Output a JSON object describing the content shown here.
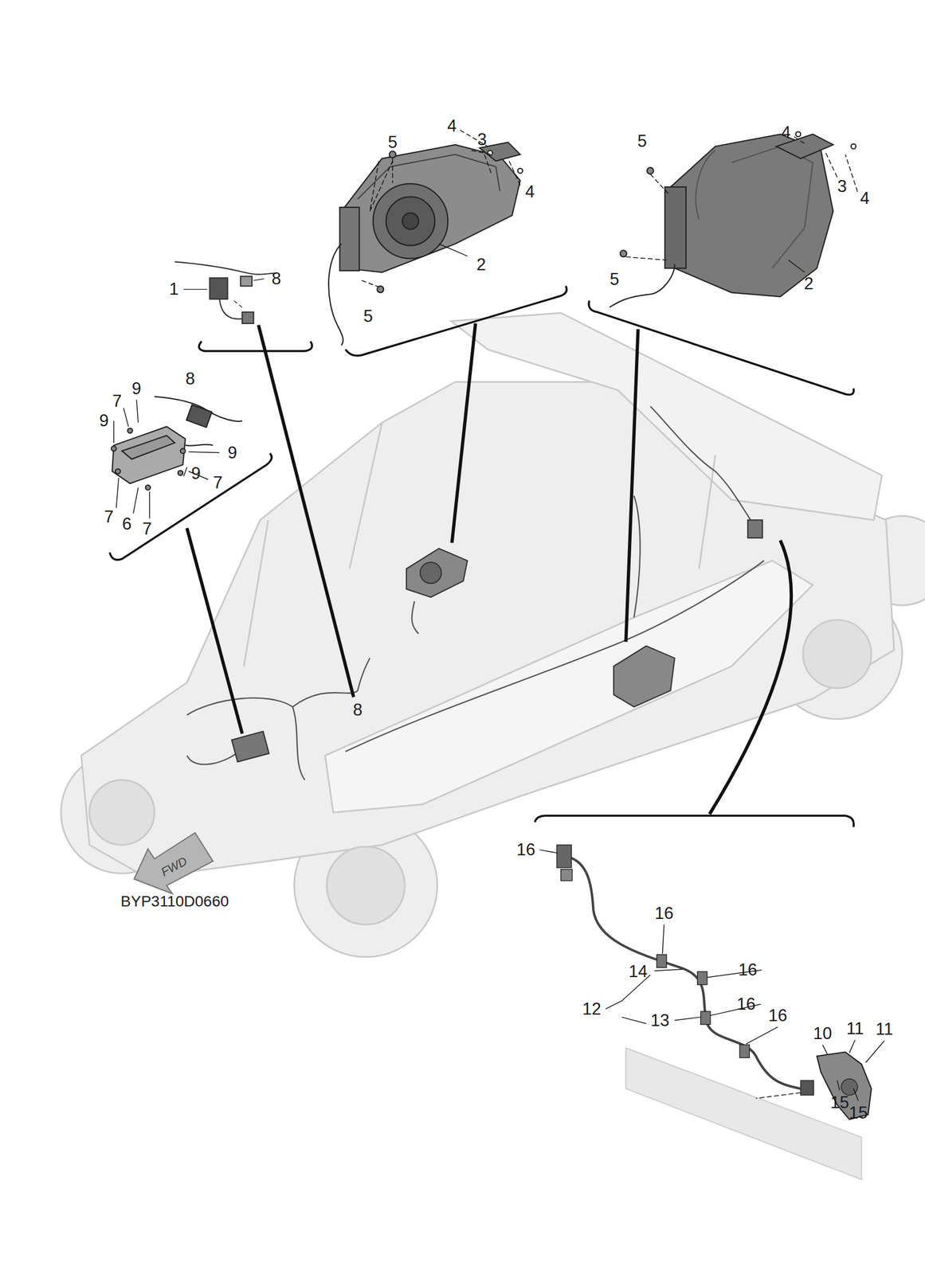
{
  "diagram": {
    "labels": [
      "5",
      "4",
      "3",
      "4",
      "2",
      "5",
      "4",
      "5",
      "3",
      "4",
      "5",
      "2",
      "1",
      "8",
      "8",
      "9",
      "7",
      "9",
      "9",
      "9",
      "7",
      "7",
      "6",
      "7",
      "8",
      "16",
      "16",
      "14",
      "16",
      "12",
      "16",
      "13",
      "16",
      "10",
      "11",
      "11",
      "15",
      "15",
      "FWD",
      "BYP3110D0660"
    ]
  }
}
